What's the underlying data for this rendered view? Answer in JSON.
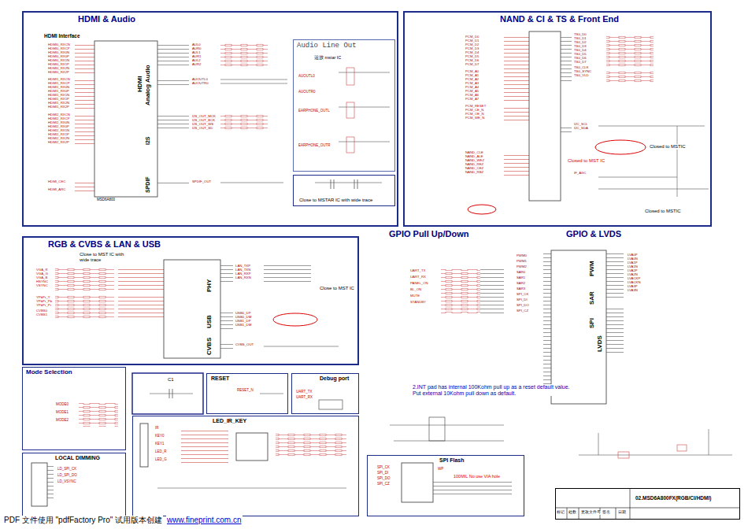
{
  "diagram": {
    "nodes": [
      {
        "text": [
          "HDMI & Audio"
        ]
      },
      {
        "text": [
          "Audio Line Out"
        ],
        "in": 0
      },
      {
        "text": [
          "Close to MSTAR IC with wide trace"
        ],
        "in": 0
      },
      {
        "text": [
          "NAND & CI & TS & Front End"
        ]
      },
      {
        "text": [
          "RGB & CVBS & LAN & USB"
        ]
      },
      {
        "text": [
          "Mode Selection"
        ]
      },
      {
        "text": [
          "RESET"
        ]
      },
      {
        "text": [
          "Debug port"
        ]
      },
      {
        "text": [
          "LED_IR_KEY"
        ]
      },
      {
        "text": [
          "LOCAL DIMMING"
        ]
      },
      {
        "text": [
          "SPI Flash"
        ]
      },
      {
        "text": [
          "02.MSD6A800FX(RGB/CI/HDMI)"
        ]
      }
    ],
    "labels": [
      "HDMI Interface",
      "HDMI",
      "Analog Audio",
      "I2S",
      "SPDIF",
      "MSD6A800",
      "HDMI0_RXCN",
      "HDMI0_RXCP",
      "HDMI0_RX0N",
      "HDMI0_RX0P",
      "HDMI0_RX1N",
      "HDMI0_RX1P",
      "HDMI0_RX2N",
      "HDMI0_RX2P",
      "HDMI1_RXCN",
      "HDMI1_RXCP",
      "HDMI1_RX0N",
      "HDMI1_RX0P",
      "HDMI1_RX1N",
      "HDMI1_RX1P",
      "HDMI1_RX2N",
      "HDMI1_RX2P",
      "HDMI2_RXCN",
      "HDMI2_RXCP",
      "HDMI2_RX0N",
      "HDMI2_RX0P",
      "HDMI2_RX1N",
      "HDMI2_RX1P",
      "HDMI2_RX2N",
      "HDMI2_RX2P",
      "HDMI_CEC",
      "HDMI_ARC",
      "AUL0",
      "AUR0",
      "AUL1",
      "AUR1",
      "AUL2",
      "AUR2",
      "AUOUTL0",
      "AUOUTR0",
      "I2S_OUT_MCK",
      "I2S_OUT_BCK",
      "I2S_OUT_WS",
      "I2S_OUT_SD",
      "SPDIF_OUT",
      "运放 mstar IC",
      "AUOUTL0",
      "EARPHONE_OUTL",
      "EARPHONE_OUTR",
      "AUOUTR0",
      "PCM_D0",
      "PCM_D1",
      "PCM_D2",
      "PCM_D3",
      "PCM_D4",
      "PCM_D5",
      "PCM_D6",
      "PCM_D7",
      "PCM_A0",
      "PCM_A1",
      "PCM_A2",
      "PCM_A3",
      "PCM_A4",
      "PCM_A5",
      "PCM_A6",
      "PCM_A7",
      "PCM_RESET",
      "PCM_CE_N",
      "PCM_OE_N",
      "PCM_WE_N",
      "NAND_CLE",
      "NAND_ALE",
      "NAND_WEZ",
      "NAND_REZ",
      "NAND_CEZ",
      "NAND_RBZ",
      "TS0_D0",
      "TS0_D1",
      "TS0_D2",
      "TS0_D3",
      "TS0_D4",
      "TS0_D5",
      "TS0_D6",
      "TS0_D7",
      "TS0_CLK",
      "TS0_SYNC",
      "TS0_VLD",
      "I2C_SCL",
      "I2C_SDA",
      "Closed to MSTIC",
      "Closed to MST IC",
      "Closed to MSTIC",
      "IF_AGC",
      "Close to MST IC with wide trace",
      "PHY",
      "USB",
      "CVBS",
      "VGA_R",
      "VGA_G",
      "VGA_B",
      "HSYNC",
      "VSYNC",
      "YPbPr_Y",
      "YPbPr_Pb",
      "YPbPr_Pr",
      "CVBS0",
      "CVBS1",
      "LAN_TXP",
      "LAN_TXN",
      "LAN_RXP",
      "LAN_RXN",
      "USB0_DP",
      "USB0_DM",
      "USB1_DP",
      "USB1_DM",
      "Close to MST IC",
      "CVBS_OUT",
      "GPIO Pull Up/Down",
      "GPIO & LVDS",
      "2.INT pad has internal 100Kohm pull up as a reset default value. Put external 10Kohm pull down as default.",
      "PWM",
      "SAR",
      "SPI",
      "LVDS",
      "PWM0",
      "PWM1",
      "PWM2",
      "SAR0",
      "SAR1",
      "SAR2",
      "SAR3",
      "SPI_CK",
      "SPI_DI",
      "SPI_DO",
      "SPI_CZ",
      "LVA0P",
      "LVA0N",
      "LVA1P",
      "LVA1N",
      "LVA2P",
      "LVA2N",
      "LVACKP",
      "LVACKN",
      "LVA3P",
      "LVA3N",
      "UART_TX",
      "UART_RX",
      "PANEL_ON",
      "BL_ON",
      "MUTE",
      "STANDBY",
      "MODE0",
      "MODE1",
      "MODE2",
      "C1",
      "RESET_N",
      "UART_TX",
      "UART_RX",
      "IR",
      "KEY0",
      "KEY1",
      "LED_R",
      "LED_G",
      "SPI_CK",
      "SPI_DI",
      "SPI_DO",
      "SPI_CZ",
      "WP",
      "100MIL No use VIA hole",
      "LD_SPI_CK",
      "LD_SPI_DO",
      "LD_VSYNC",
      "标记",
      "处数",
      "更改文件号",
      "签名",
      "日期",
      "PDF 文件使用 \"pdfFactory Pro\" 试用版本创建",
      "www.fineprint.com.cn"
    ]
  }
}
